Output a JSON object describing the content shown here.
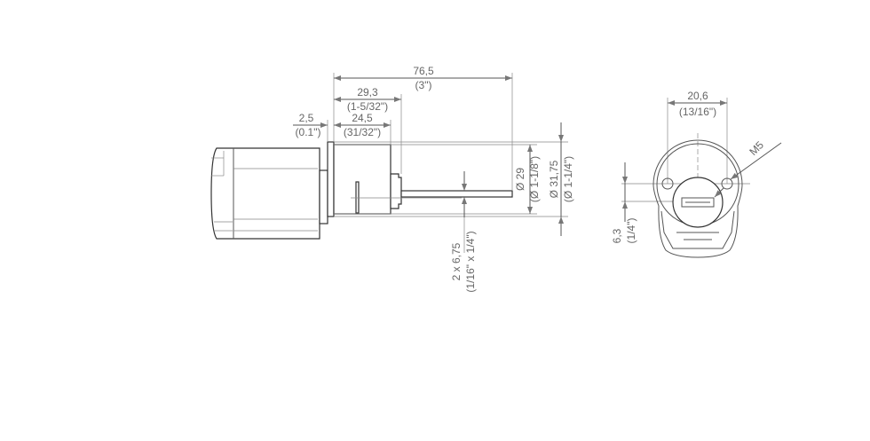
{
  "side_view": {
    "overall_length": {
      "value": "76,5",
      "inch": "(3\")"
    },
    "cylinder_length": {
      "value": "29,3",
      "inch": "(1-5/32\")"
    },
    "flange": {
      "value": "2,5",
      "inch": "(0.1\")"
    },
    "body_length": {
      "value": "24,5",
      "inch": "(31/32\")"
    },
    "diameter_inner": {
      "value": "Ø 29",
      "inch": "(Ø 1-1/8\")"
    },
    "diameter_outer": {
      "value": "Ø 31,75",
      "inch": "(Ø 1-1/4\")"
    },
    "tail": {
      "value": "2 x 6,75",
      "inch": "(1/16\" x 1/4\")"
    }
  },
  "front_view": {
    "hole_spacing": {
      "value": "20,6",
      "inch": "(13/16\")"
    },
    "thread": {
      "value": "M5"
    },
    "offset": {
      "value": "6,3",
      "inch": "(1/4\")"
    }
  }
}
